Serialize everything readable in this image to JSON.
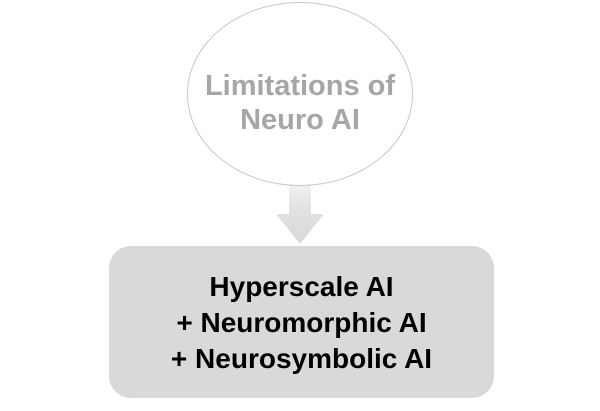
{
  "diagram": {
    "top_node": {
      "lines": [
        "Limitations of",
        "Neuro AI"
      ]
    },
    "bottom_node": {
      "lines": [
        "Hyperscale AI",
        "+ Neuromorphic AI",
        "+ Neurosymbolic AI"
      ]
    },
    "colors": {
      "ellipse_outline": "#c7c7c7",
      "ellipse_text": "#a6a6a6",
      "arrow_fill": "#d9d9d9",
      "box_fill": "#d9d9d9",
      "box_text": "#000000"
    }
  }
}
